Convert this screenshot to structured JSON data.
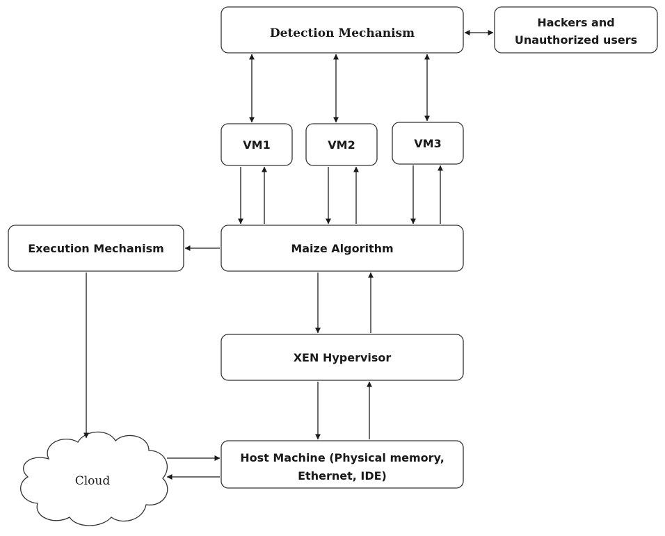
{
  "nodes": {
    "detection": "Detection Mechanism",
    "hackers_line1": "Hackers and",
    "hackers_line2": "Unauthorized users",
    "vm1": "VM1",
    "vm2": "VM2",
    "vm3": "VM3",
    "execution": "Execution Mechanism",
    "maize": "Maize Algorithm",
    "xen": "XEN Hypervisor",
    "host_line1": "Host Machine (Physical memory,",
    "host_line2": "Ethernet, IDE)",
    "cloud": "Cloud"
  },
  "edges": [
    {
      "from": "detection",
      "to": "hackers",
      "direction": "both"
    },
    {
      "from": "detection",
      "to": "vm1",
      "direction": "both"
    },
    {
      "from": "detection",
      "to": "vm2",
      "direction": "both"
    },
    {
      "from": "detection",
      "to": "vm3",
      "direction": "both"
    },
    {
      "from": "vm1",
      "to": "maize",
      "direction": "forward"
    },
    {
      "from": "maize",
      "to": "vm1",
      "direction": "forward"
    },
    {
      "from": "vm2",
      "to": "maize",
      "direction": "forward"
    },
    {
      "from": "maize",
      "to": "vm2",
      "direction": "forward"
    },
    {
      "from": "vm3",
      "to": "maize",
      "direction": "forward"
    },
    {
      "from": "maize",
      "to": "vm3",
      "direction": "forward"
    },
    {
      "from": "maize",
      "to": "execution",
      "direction": "forward"
    },
    {
      "from": "execution",
      "to": "cloud",
      "direction": "forward"
    },
    {
      "from": "maize",
      "to": "xen",
      "direction": "forward"
    },
    {
      "from": "xen",
      "to": "maize",
      "direction": "forward"
    },
    {
      "from": "xen",
      "to": "host",
      "direction": "forward"
    },
    {
      "from": "host",
      "to": "xen",
      "direction": "forward"
    },
    {
      "from": "cloud",
      "to": "host",
      "direction": "forward"
    },
    {
      "from": "host",
      "to": "cloud",
      "direction": "forward"
    }
  ]
}
